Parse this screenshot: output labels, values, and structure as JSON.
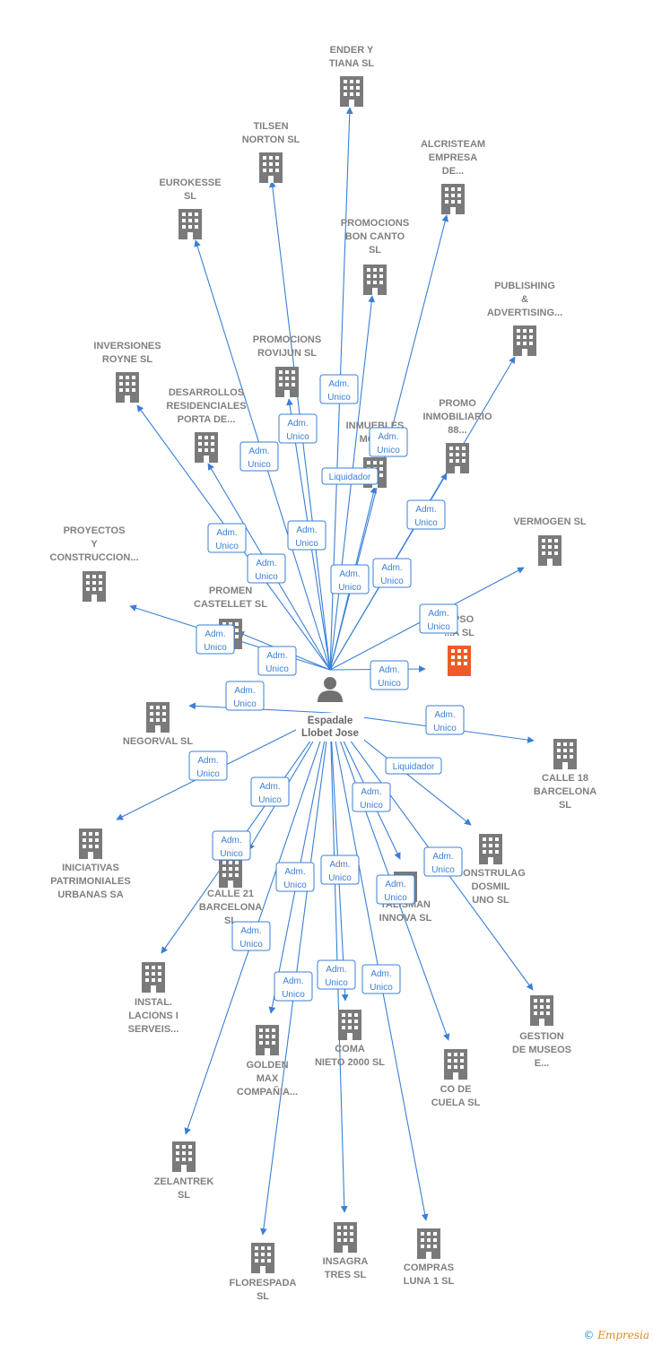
{
  "center": {
    "label": [
      "Espadale",
      "Llobet Jose"
    ]
  },
  "companies": [
    {
      "id": "ender",
      "label": [
        "ENDER Y",
        "TIANA  SL"
      ]
    },
    {
      "id": "tilsen",
      "label": [
        "TILSEN",
        "NORTON  SL"
      ]
    },
    {
      "id": "alcristeam",
      "label": [
        "ALCRISTEAM",
        "EMPRESA",
        "DE..."
      ]
    },
    {
      "id": "eurokesse",
      "label": [
        "EUROKESSE",
        "SL"
      ]
    },
    {
      "id": "bon_canto",
      "label": [
        "PROMOCIONS",
        "BON CANTO",
        "SL"
      ]
    },
    {
      "id": "publishing",
      "label": [
        "PUBLISHING",
        "&",
        "ADVERTISING..."
      ]
    },
    {
      "id": "royne",
      "label": [
        "INVERSIONES",
        "ROYNE SL"
      ]
    },
    {
      "id": "rovijun",
      "label": [
        "PROMOCIONS",
        "ROVIJUN  SL"
      ]
    },
    {
      "id": "desarrollos",
      "label": [
        "DESARROLLOS",
        "RESIDENCIALES",
        "PORTA DE..."
      ]
    },
    {
      "id": "inmuebles",
      "label": [
        "INMUEBLES",
        "MOB..."
      ]
    },
    {
      "id": "promo88",
      "label": [
        "PROMO",
        "INMOBILIARIO",
        "88..."
      ]
    },
    {
      "id": "proyectos",
      "label": [
        "PROYECTOS",
        "Y",
        "CONSTRUCCION..."
      ]
    },
    {
      "id": "vermogen",
      "label": [
        "VERMOGEN SL"
      ]
    },
    {
      "id": "promen",
      "label": [
        "PROMEN",
        "CASTELLET SL"
      ]
    },
    {
      "id": "highlight",
      "label": [
        "...PSO",
        "...A  SL"
      ]
    },
    {
      "id": "negorval",
      "label": [
        "NEGORVAL SL"
      ]
    },
    {
      "id": "calle18",
      "label": [
        "CALLE 18",
        "BARCELONA",
        "SL"
      ]
    },
    {
      "id": "iniciativas",
      "label": [
        "INICIATIVAS",
        "PATRIMONIALES",
        "URBANAS SA"
      ]
    },
    {
      "id": "calle21",
      "label": [
        "CALLE 21",
        "BARCELONA",
        "SL"
      ]
    },
    {
      "id": "talisman",
      "label": [
        "TALISMAN",
        "INNOVA  SL"
      ]
    },
    {
      "id": "construlag",
      "label": [
        "CONSTRULAG",
        "DOSMIL",
        "UNO  SL"
      ]
    },
    {
      "id": "instal",
      "label": [
        "INSTAL.",
        "LACIONS I",
        "SERVEIS..."
      ]
    },
    {
      "id": "golden",
      "label": [
        "GOLDEN",
        "MAX",
        "COMPAÑIA..."
      ]
    },
    {
      "id": "coma",
      "label": [
        "COMA",
        "NIETO 2000 SL"
      ]
    },
    {
      "id": "museos",
      "label": [
        "GESTION",
        "DE MUSEOS",
        "E..."
      ]
    },
    {
      "id": "cuela",
      "label": [
        "CO DE",
        "CUELA SL"
      ]
    },
    {
      "id": "zelantrek",
      "label": [
        "ZELANTREK",
        "SL"
      ]
    },
    {
      "id": "insagra",
      "label": [
        "INSAGRA",
        "TRES SL"
      ]
    },
    {
      "id": "florespada",
      "label": [
        "FLORESPADA",
        "SL"
      ]
    },
    {
      "id": "compras",
      "label": [
        "COMPRAS",
        "LUNA 1  SL"
      ]
    }
  ],
  "badges": [
    {
      "lines": [
        "Adm.",
        "Unico"
      ]
    },
    {
      "lines": [
        "Adm.",
        "Unico"
      ]
    },
    {
      "lines": [
        "Adm.",
        "Unico"
      ]
    },
    {
      "lines": [
        "Adm.",
        "Unico"
      ]
    },
    {
      "lines": [
        "Liquidador"
      ]
    },
    {
      "lines": [
        "Adm.",
        "Unico"
      ]
    },
    {
      "lines": [
        "Adm.",
        "Unico"
      ]
    },
    {
      "lines": [
        "Adm.",
        "Unico"
      ]
    },
    {
      "lines": [
        "Adm.",
        "Unico"
      ]
    },
    {
      "lines": [
        "Adm.",
        "Unico"
      ]
    },
    {
      "lines": [
        "Adm.",
        "Unico"
      ]
    },
    {
      "lines": [
        "Adm.",
        "Unico"
      ]
    },
    {
      "lines": [
        "Adm.",
        "Unico"
      ]
    },
    {
      "lines": [
        "Adm.",
        "Unico"
      ]
    },
    {
      "lines": [
        "Adm.",
        "Unico"
      ]
    },
    {
      "lines": [
        "Adm.",
        "Unico"
      ]
    },
    {
      "lines": [
        "Adm.",
        "Unico"
      ]
    },
    {
      "lines": [
        "Adm.",
        "Unico"
      ]
    },
    {
      "lines": [
        "Liquidador"
      ]
    },
    {
      "lines": [
        "Adm.",
        "Unico"
      ]
    },
    {
      "lines": [
        "Adm.",
        "Unico"
      ]
    },
    {
      "lines": [
        "Adm.",
        "Unico"
      ]
    },
    {
      "lines": [
        "Adm.",
        "Unico"
      ]
    },
    {
      "lines": [
        "Adm.",
        "Unico"
      ]
    },
    {
      "lines": [
        "Adm.",
        "Unico"
      ]
    },
    {
      "lines": [
        "Adm.",
        "Unico"
      ]
    },
    {
      "lines": [
        "Adm.",
        "Unico"
      ]
    },
    {
      "lines": [
        "Adm.",
        "Unico"
      ]
    },
    {
      "lines": [
        "Adm.",
        "Unico"
      ]
    },
    {
      "lines": [
        "Adm.",
        "Unico"
      ]
    }
  ],
  "colors": {
    "edge": "#3a7fd5",
    "building": "#7a7a7a",
    "building_highlight": "#f05a28",
    "person": "#707070"
  },
  "icons": {
    "company": "building-icon",
    "person": "person-icon"
  },
  "footer": {
    "copyright": "©",
    "brand": "Empresia"
  }
}
